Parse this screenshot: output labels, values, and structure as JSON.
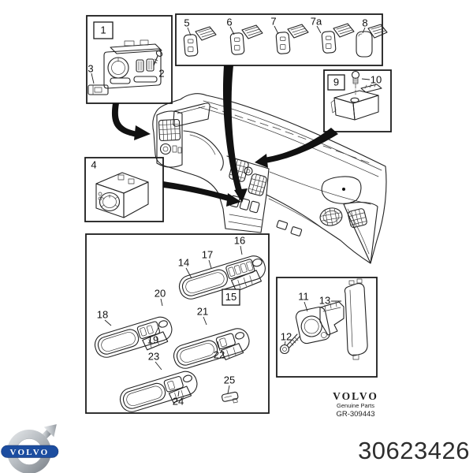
{
  "part_number": "30623426",
  "logo": {
    "text": "VOLVO"
  },
  "stamp": {
    "brand": "VOLVO",
    "subtitle": "Genuine Parts",
    "code": "GR-309443"
  },
  "callouts": {
    "c1": "1",
    "c2": "2",
    "c3": "3",
    "c4": "4",
    "c5": "5",
    "c6": "6",
    "c7": "7",
    "c7a": "7a",
    "c8": "8",
    "c9": "9",
    "c10": "10",
    "c11": "11",
    "c12": "12",
    "c13": "13",
    "c14": "14",
    "c15": "15",
    "c16": "16",
    "c17": "17",
    "c18": "18",
    "c19": "19",
    "c20": "20",
    "c21": "21",
    "c22": "22",
    "c23": "23",
    "c24": "24",
    "c25": "25"
  },
  "colors": {
    "line": "#222222",
    "volvo_blue": "#1c4da0",
    "metal_gray": "#9aa0a6",
    "text": "#2e2e2e"
  }
}
